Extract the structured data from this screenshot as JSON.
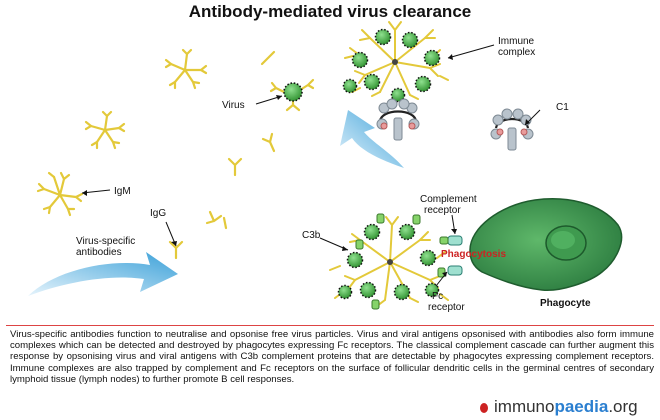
{
  "title": "Antibody-mediated virus clearance",
  "labels": {
    "virus": "Virus",
    "immune_complex_line1": "Immune",
    "immune_complex_line2": "complex",
    "c1": "C1",
    "igm": "IgM",
    "igg": "IgG",
    "virus_specific_line1": "Virus-specific",
    "virus_specific_line2": "antibodies",
    "complement_receptor_line1": "Complement",
    "complement_receptor_line2": "receptor",
    "c3b": "C3b",
    "phagocytosis": "Phagocytosis",
    "phagocyte": "Phagocyte",
    "fc_receptor_line1": "Fc",
    "fc_receptor_line2": "receptor"
  },
  "caption": "Virus-specific antibodies function to neutralise and opsonise free virus particles. Virus and viral antigens opsonised with antibodies also form immune complexes which can be detected and destroyed by phagocytes expressing Fc receptors. The classical complement cascade can further augment this response by opsonising virus and viral antigens with C3b complement proteins that are detectable by phagocytes expressing complement receptors. Immune complexes are also trapped by complement and Fc receptors on the surface of follicular dendritic cells in the germinal centres of secondary lymphoid tissue (lymph nodes) to further promote B cell responses.",
  "logo": {
    "pre": "immuno",
    "accent": "paedia",
    "post": ".org"
  },
  "colors": {
    "antibody": "#e3c93a",
    "virus": "#3fae3f",
    "phagocyte": "#2f8a3a",
    "arrow": "#3aa0d8",
    "c1": "#b9c3cc",
    "c3b": "#86d36a",
    "accent_red": "#cc2222"
  }
}
